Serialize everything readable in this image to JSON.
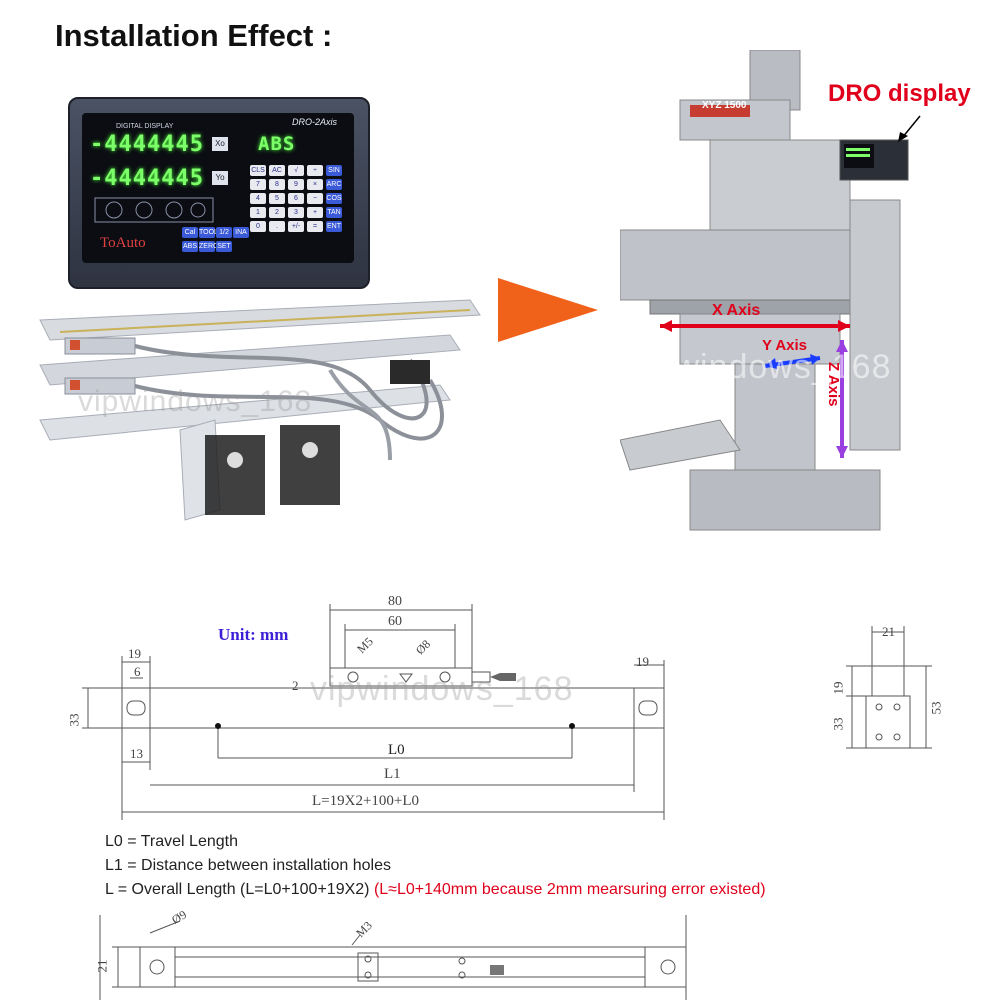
{
  "header": {
    "title": "Installation Effect :"
  },
  "dro_panel": {
    "top_label": "DIGITAL DISPLAY",
    "model": "DRO-2Axis",
    "x_value": "-4444445",
    "y_value": "-4444445",
    "x_axis_key": "Xo",
    "y_axis_key": "Yo",
    "mode_display": "ABS",
    "brand": "ToAuto",
    "keypad": [
      [
        "CLS",
        "AC",
        "√",
        "÷",
        "SIN"
      ],
      [
        "7",
        "8",
        "9",
        "×",
        "ARC"
      ],
      [
        "4",
        "5",
        "6",
        "−",
        "COS"
      ],
      [
        "1",
        "2",
        "3",
        "+",
        "TAN"
      ],
      [
        "0",
        ".",
        "+/-",
        "=",
        "ENT"
      ]
    ],
    "fn_keys": [
      "Cal",
      "TOOL",
      "1/2",
      "INA",
      "ABS",
      "ZERO",
      "SET"
    ]
  },
  "machine": {
    "brand_plate": "XYZ 1500",
    "dro_label": "DRO display",
    "x_axis": "X Axis",
    "y_axis": "Y Axis",
    "z_axis": "Z Axis"
  },
  "watermark": "vipwindows_168",
  "drawing": {
    "unit": "Unit: mm",
    "dims": {
      "d80": "80",
      "d60": "60",
      "m5": "M5",
      "phi8": "Ø8",
      "d19a": "19",
      "d6": "6",
      "d2": "2",
      "d33a": "33",
      "d13": "13",
      "d19b": "19",
      "l0": "L0",
      "l1": "L1",
      "ltotal": "L=19X2+100+L0",
      "d21a": "21",
      "d19c": "19",
      "d33b": "33",
      "d53": "53",
      "phi9": "Ø9",
      "m3": "M3",
      "d21b": "21"
    }
  },
  "legend": {
    "l0": "L0 = Travel Length",
    "l1": "L1 = Distance between installation holes",
    "l_main": "L = Overall Length (L=L0+100+19X2)",
    "l_note": " (L≈L0+140mm because 2mm mearsuring error existed)"
  },
  "colors": {
    "accent_red": "#e0001b",
    "arrow_orange": "#f0611a",
    "unit_blue": "#3a1fd6",
    "lcd_green": "#7dff6a"
  }
}
